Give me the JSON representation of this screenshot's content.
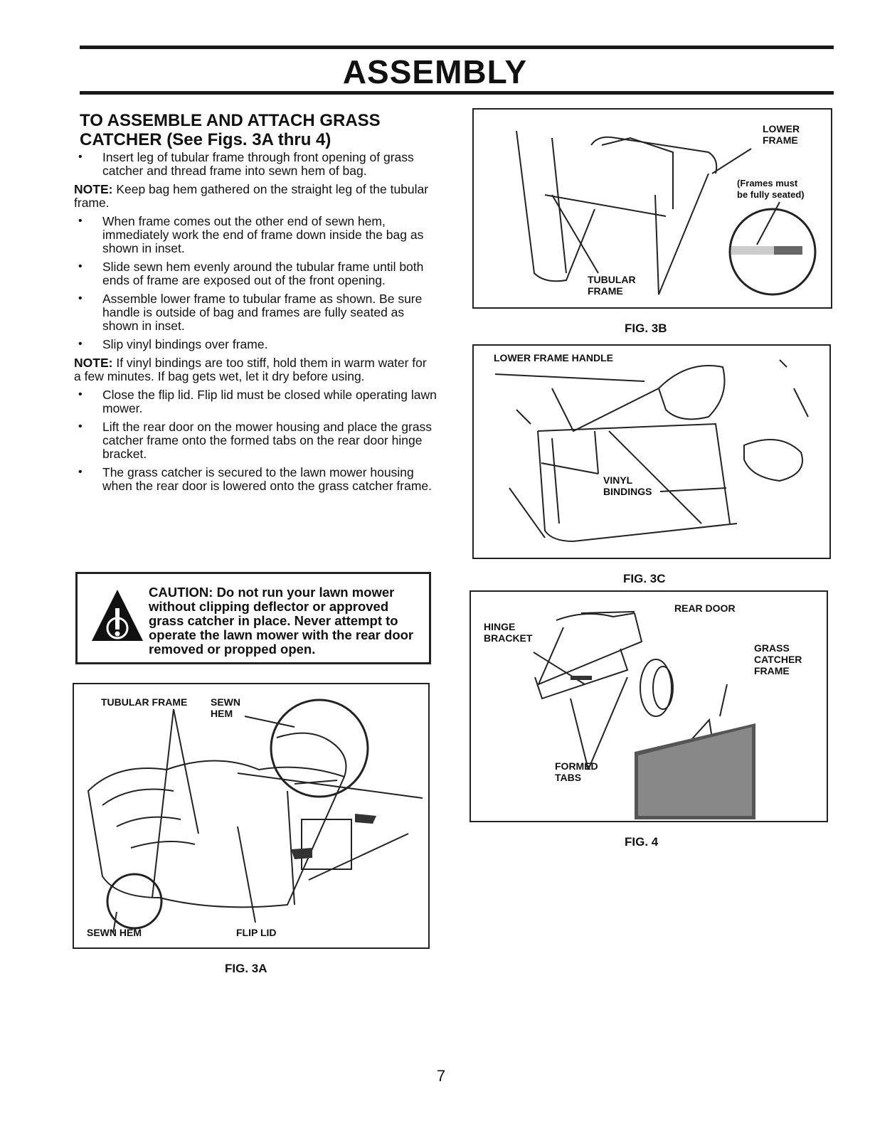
{
  "page": {
    "title": "ASSEMBLY",
    "page_number": "7"
  },
  "section": {
    "heading_line1": "TO ASSEMBLE AND ATTACH GRASS",
    "heading_line2": "CATCHER (See Figs. 3A thru 4)"
  },
  "instructions": {
    "step1": "Insert leg of tubular frame through front opening of grass catcher and thread frame into sewn hem of bag.",
    "note1_label": "NOTE:",
    "note1_text": "Keep bag hem gathered on the straight leg of the tubular frame.",
    "step2": "When frame comes out the other end of sewn hem, immediately work the end of frame down inside the bag as shown in inset.",
    "step3": "Slide sewn hem evenly around the tubular frame until both ends of frame are exposed out of the front opening.",
    "step4": "Assemble lower frame to tubular frame as shown. Be sure handle is outside of bag and frames are fully seated as shown in inset.",
    "step5": "Slip vinyl bindings over frame.",
    "note2_label": "NOTE:",
    "note2_text": "If vinyl bindings are too stiff, hold them in warm water for a few minutes. If bag gets wet, let it dry before using.",
    "step6": "Close the flip lid. Flip lid must be closed while operating lawn mower.",
    "step7": "Lift the rear door on the mower housing and place the grass catcher frame onto the formed tabs on the rear door hinge bracket.",
    "step8": "The grass catcher is secured to the lawn mower housing when the rear door is lowered onto the grass catcher frame."
  },
  "caution": {
    "text": "CAUTION: Do not run your lawn mower without clipping deflector or approved grass catcher in place. Never attempt to operate the lawn mower with the rear door removed or propped open."
  },
  "fig3a": {
    "caption": "FIG. 3A",
    "label_tubular_frame": "TUBULAR FRAME",
    "label_sewn_hem_top_1": "SEWN",
    "label_sewn_hem_top_2": "HEM",
    "label_sewn_hem_bottom": "SEWN HEM",
    "label_flip_lid": "FLIP LID"
  },
  "fig3b": {
    "caption": "FIG. 3B",
    "label_lower_frame_1": "LOWER",
    "label_lower_frame_2": "FRAME",
    "label_frames_must_1": "(Frames must",
    "label_frames_must_2": "be fully seated)",
    "label_tubular_1": "TUBULAR",
    "label_tubular_2": "FRAME"
  },
  "fig3c": {
    "caption": "FIG. 3C",
    "label_lower_frame_handle": "LOWER FRAME HANDLE",
    "label_vinyl_1": "VINYL",
    "label_vinyl_2": "BINDINGS"
  },
  "fig4": {
    "caption": "FIG. 4",
    "label_rear_door": "REAR DOOR",
    "label_hinge_1": "HINGE",
    "label_hinge_2": "BRACKET",
    "label_grass_1": "GRASS",
    "label_grass_2": "CATCHER",
    "label_grass_3": "FRAME",
    "label_formed_1": "FORMED",
    "label_formed_2": "TABS"
  }
}
